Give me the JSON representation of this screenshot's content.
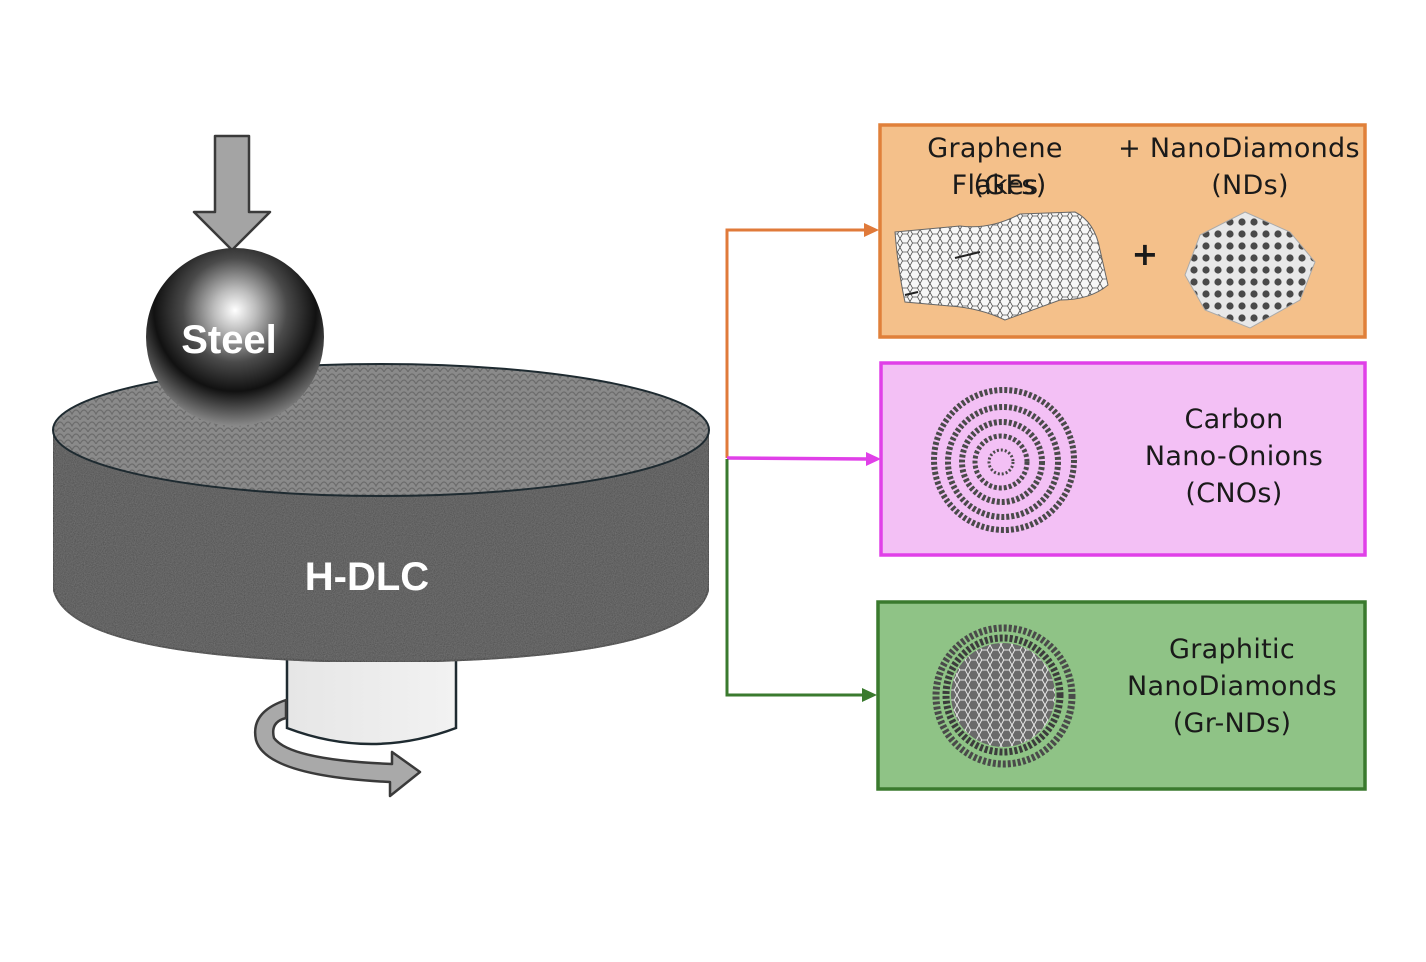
{
  "left_apparatus": {
    "ball_label": "Steel",
    "disk_label": "H-DLC",
    "load_arrow": "down-arrow",
    "rotation_arrow": "rotation-arrow"
  },
  "boxes": [
    {
      "id": "gf-nd",
      "title_left": "Graphene Flakes",
      "abbr_left": "(GFs)",
      "plus": "+",
      "title_right": "+ NanoDiamonds",
      "abbr_right": "(NDs)",
      "plus_between": "+",
      "fill": "#f4c08a",
      "border": "#e0803a"
    },
    {
      "id": "cno",
      "lines": [
        "Carbon",
        "Nano-Onions",
        "(CNOs)"
      ],
      "fill": "#f3c0f5",
      "border": "#e040e8"
    },
    {
      "id": "gr-nd",
      "lines": [
        "Graphitic",
        "NanoDiamonds",
        "(Gr-NDs)"
      ],
      "fill": "#8fc386",
      "border": "#3a7a2e"
    }
  ],
  "connectors": {
    "top_color": "#e07a3a",
    "middle_color": "#e040e8",
    "bottom_color": "#3a7a2e"
  }
}
